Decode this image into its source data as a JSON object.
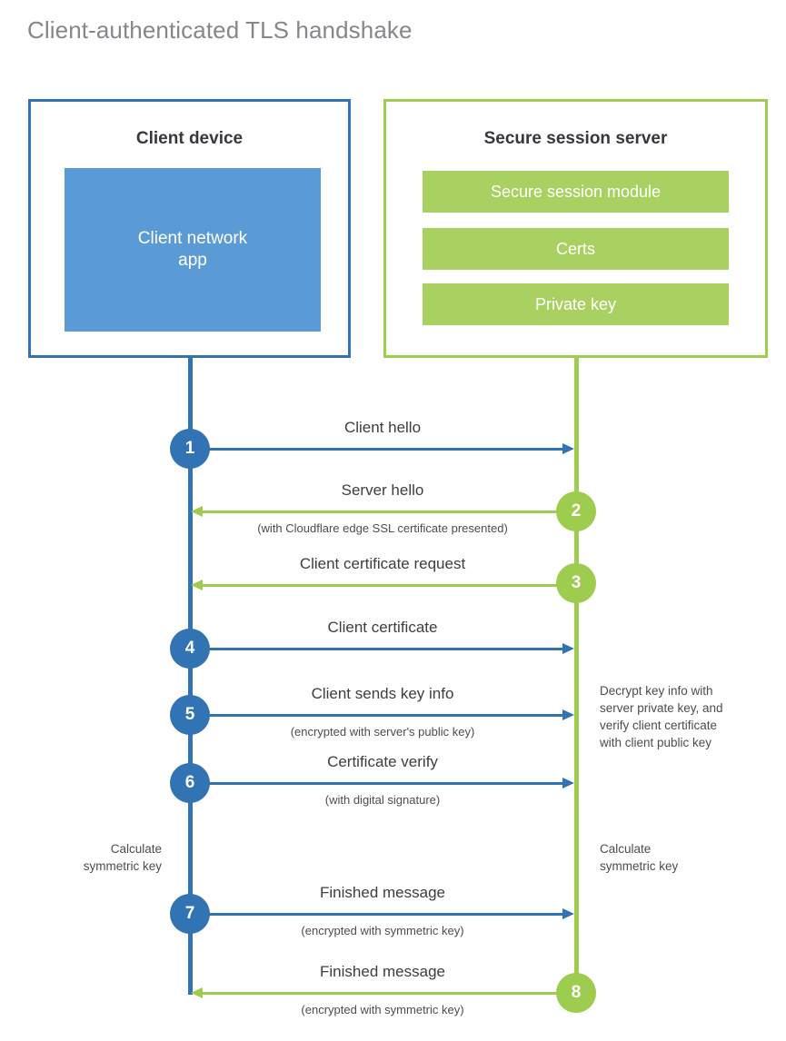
{
  "title": "Client-authenticated TLS handshake",
  "colors": {
    "client_blue": "#3273b3",
    "client_app_fill": "#5b9bd5",
    "server_green": "#9dcc4e",
    "server_block_fill": "#a9d161",
    "title_gray": "#84878b",
    "text_dark": "#35383c",
    "background": "#ffffff"
  },
  "client_box": {
    "title": "Client device",
    "app_label": "Client network\napp"
  },
  "server_box": {
    "title": "Secure session server",
    "blocks": [
      {
        "label": "Secure session module"
      },
      {
        "label": "Certs"
      },
      {
        "label": "Private key"
      }
    ]
  },
  "messages": [
    {
      "step": "1",
      "label": "Client hello",
      "sublabel": "",
      "direction": "client-to-server"
    },
    {
      "step": "2",
      "label": "Server hello",
      "sublabel": "(with Cloudflare edge SSL certificate presented)",
      "direction": "server-to-client"
    },
    {
      "step": "3",
      "label": "Client certificate request",
      "sublabel": "",
      "direction": "server-to-client"
    },
    {
      "step": "4",
      "label": "Client certificate",
      "sublabel": "",
      "direction": "client-to-server"
    },
    {
      "step": "5",
      "label": "Client sends key info",
      "sublabel": "(encrypted with server's public key)",
      "direction": "client-to-server"
    },
    {
      "step": "6",
      "label": "Certificate verify",
      "sublabel": "(with digital signature)",
      "direction": "client-to-server"
    },
    {
      "step": "7",
      "label": "Finished message",
      "sublabel": "(encrypted with symmetric key)",
      "direction": "client-to-server"
    },
    {
      "step": "8",
      "label": "Finished message",
      "sublabel": "(encrypted with symmetric key)",
      "direction": "server-to-client"
    }
  ],
  "notes": {
    "server_decrypt": "Decrypt key info with\nserver private key, and\nverify client certificate\nwith client public key",
    "client_calculate": "Calculate\nsymmetric key",
    "server_calculate": "Calculate\nsymmetric key"
  }
}
